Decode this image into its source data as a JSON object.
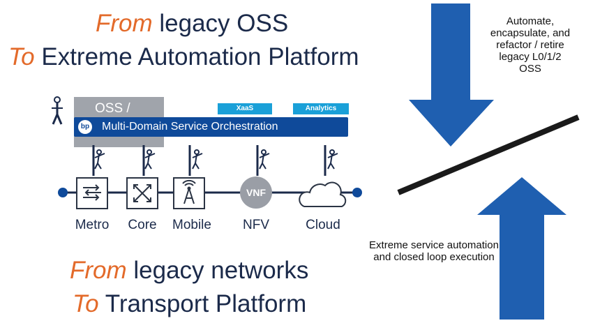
{
  "headline_top": {
    "from_word": "From",
    "from_rest": " legacy OSS",
    "to_word": "To",
    "to_rest": " Extreme Automation Platform"
  },
  "headline_bottom": {
    "from_word": "From",
    "from_rest": " legacy networks",
    "to_word": "To",
    "to_rest": " Transport Platform"
  },
  "note_top": "Automate, encapsulate, and refactor / retire legacy L0/1/2 OSS",
  "note_bottom": "Extreme service automation and closed loop execution",
  "oss_label": "OSS /",
  "orchestration": {
    "badge": "bp",
    "label": "Multi-Domain Service Orchestration"
  },
  "tags": {
    "xaas": "XaaS",
    "analytics": "Analytics"
  },
  "vnf_label": "VNF",
  "domains": [
    "Metro",
    "Core",
    "Mobile",
    "NFV",
    "Cloud"
  ],
  "colors": {
    "accent": "#e36a2a",
    "arrow": "#1f5fb0",
    "bar": "#0f4a9a",
    "tag": "#1aa0d8",
    "text": "#1b2a4a"
  }
}
